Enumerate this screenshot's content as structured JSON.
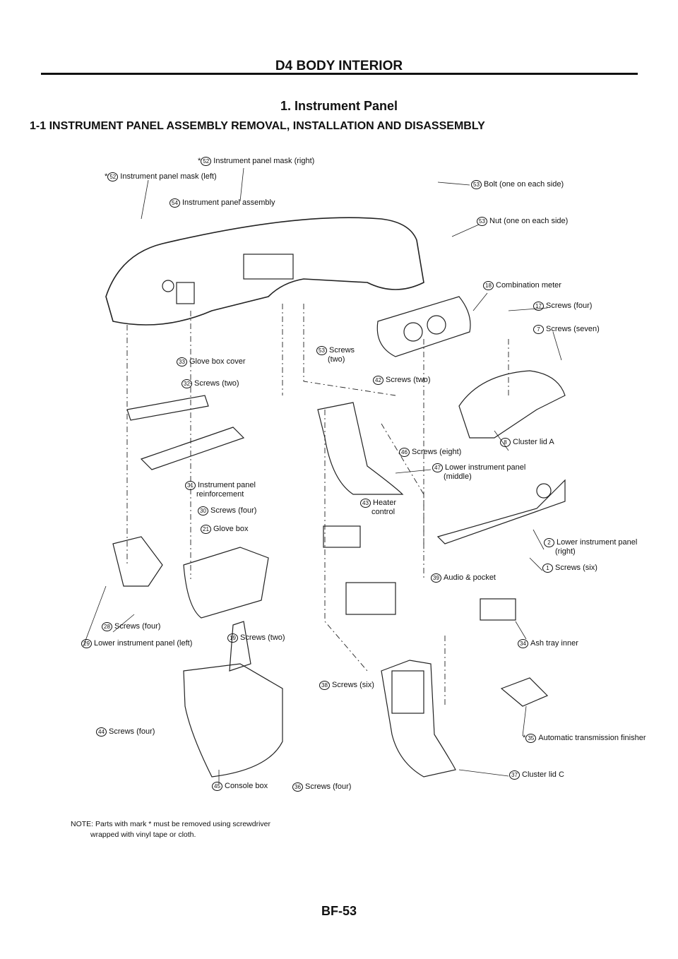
{
  "header": "D4 BODY INTERIOR",
  "section_title": "1. Instrument Panel",
  "subsection_title": "1-1 INSTRUMENT PANEL ASSEMBLY REMOVAL, INSTALLATION AND DISASSEMBLY",
  "labels": [
    {
      "id": "mask-left",
      "star": "*",
      "num": "52",
      "text": "Instrument panel mask (left)"
    },
    {
      "id": "mask-right",
      "star": "*",
      "num": "52",
      "text": "Instrument panel mask (right)"
    },
    {
      "id": "bolt",
      "star": "",
      "num": "53",
      "text": "Bolt (one on each side)"
    },
    {
      "id": "assembly",
      "star": "",
      "num": "54",
      "text": "Instrument panel assembly"
    },
    {
      "id": "nut",
      "star": "",
      "num": "53",
      "text": "Nut (one on each side)"
    },
    {
      "id": "combination-meter",
      "star": "",
      "num": "18",
      "text": "Combination meter"
    },
    {
      "id": "screws-17",
      "star": "",
      "num": "17",
      "text": "Screws (four)"
    },
    {
      "id": "screws-7",
      "star": "",
      "num": "7",
      "text": "Screws (seven)"
    },
    {
      "id": "screws-53",
      "star": "",
      "num": "53",
      "text": "Screws"
    },
    {
      "id": "glove-box-cover",
      "star": "",
      "num": "33",
      "text": "Glove box cover"
    },
    {
      "id": "screws-32",
      "star": "",
      "num": "32",
      "text": "Screws (two)"
    },
    {
      "id": "screws-42",
      "star": "",
      "num": "42",
      "text": "Screws (two)"
    },
    {
      "id": "screws-46",
      "star": "",
      "num": "46",
      "text": "Screws (eight)"
    },
    {
      "id": "cluster-lid-a",
      "star": "",
      "num": "8",
      "text": "Cluster lid A"
    },
    {
      "id": "lower-panel-middle",
      "star": "",
      "num": "47",
      "text": "Lower instrument panel"
    },
    {
      "id": "reinforcement",
      "star": "",
      "num": "31",
      "text": "Instrument panel"
    },
    {
      "id": "screws-30",
      "star": "",
      "num": "30",
      "text": "Screws (four)"
    },
    {
      "id": "heater-control",
      "star": "",
      "num": "43",
      "text": "Heater"
    },
    {
      "id": "glove-box",
      "star": "",
      "num": "21",
      "text": "Glove box"
    },
    {
      "id": "lower-panel-right",
      "star": "",
      "num": "2",
      "text": "Lower instrument panel"
    },
    {
      "id": "screws-1",
      "star": "",
      "num": "1",
      "text": "Screws (six)"
    },
    {
      "id": "audio-pocket",
      "star": "",
      "num": "39",
      "text": "Audio & pocket"
    },
    {
      "id": "screws-28",
      "star": "",
      "num": "28",
      "text": "Screws (four)"
    },
    {
      "id": "lower-panel-left",
      "star": "",
      "num": "29",
      "text": "Lower instrument panel (left)"
    },
    {
      "id": "screws-19",
      "star": "",
      "num": "19",
      "text": "Screws (two)"
    },
    {
      "id": "ash-tray-inner",
      "star": "",
      "num": "34",
      "text": "Ash tray inner"
    },
    {
      "id": "screws-38",
      "star": "",
      "num": "38",
      "text": "Screws (six)"
    },
    {
      "id": "screws-44",
      "star": "",
      "num": "44",
      "text": "Screws (four)"
    },
    {
      "id": "at-finisher",
      "star": "*",
      "num": "35",
      "text": "Automatic transmission finisher"
    },
    {
      "id": "cluster-lid-c",
      "star": "",
      "num": "37",
      "text": "Cluster lid C"
    },
    {
      "id": "console-box",
      "star": "",
      "num": "45",
      "text": "Console box"
    },
    {
      "id": "screws-36",
      "star": "",
      "num": "36",
      "text": "Screws (four)"
    }
  ],
  "label_second_lines": {
    "screws-53": "(two)",
    "lower-panel-middle": "(middle)",
    "reinforcement": "reinforcement",
    "heater-control": "control",
    "lower-panel-right": "(right)"
  },
  "note": {
    "line1": "NOTE: Parts with mark * must be removed using screwdriver",
    "line2": "wrapped with vinyl tape or cloth."
  },
  "footer": "BF-53"
}
